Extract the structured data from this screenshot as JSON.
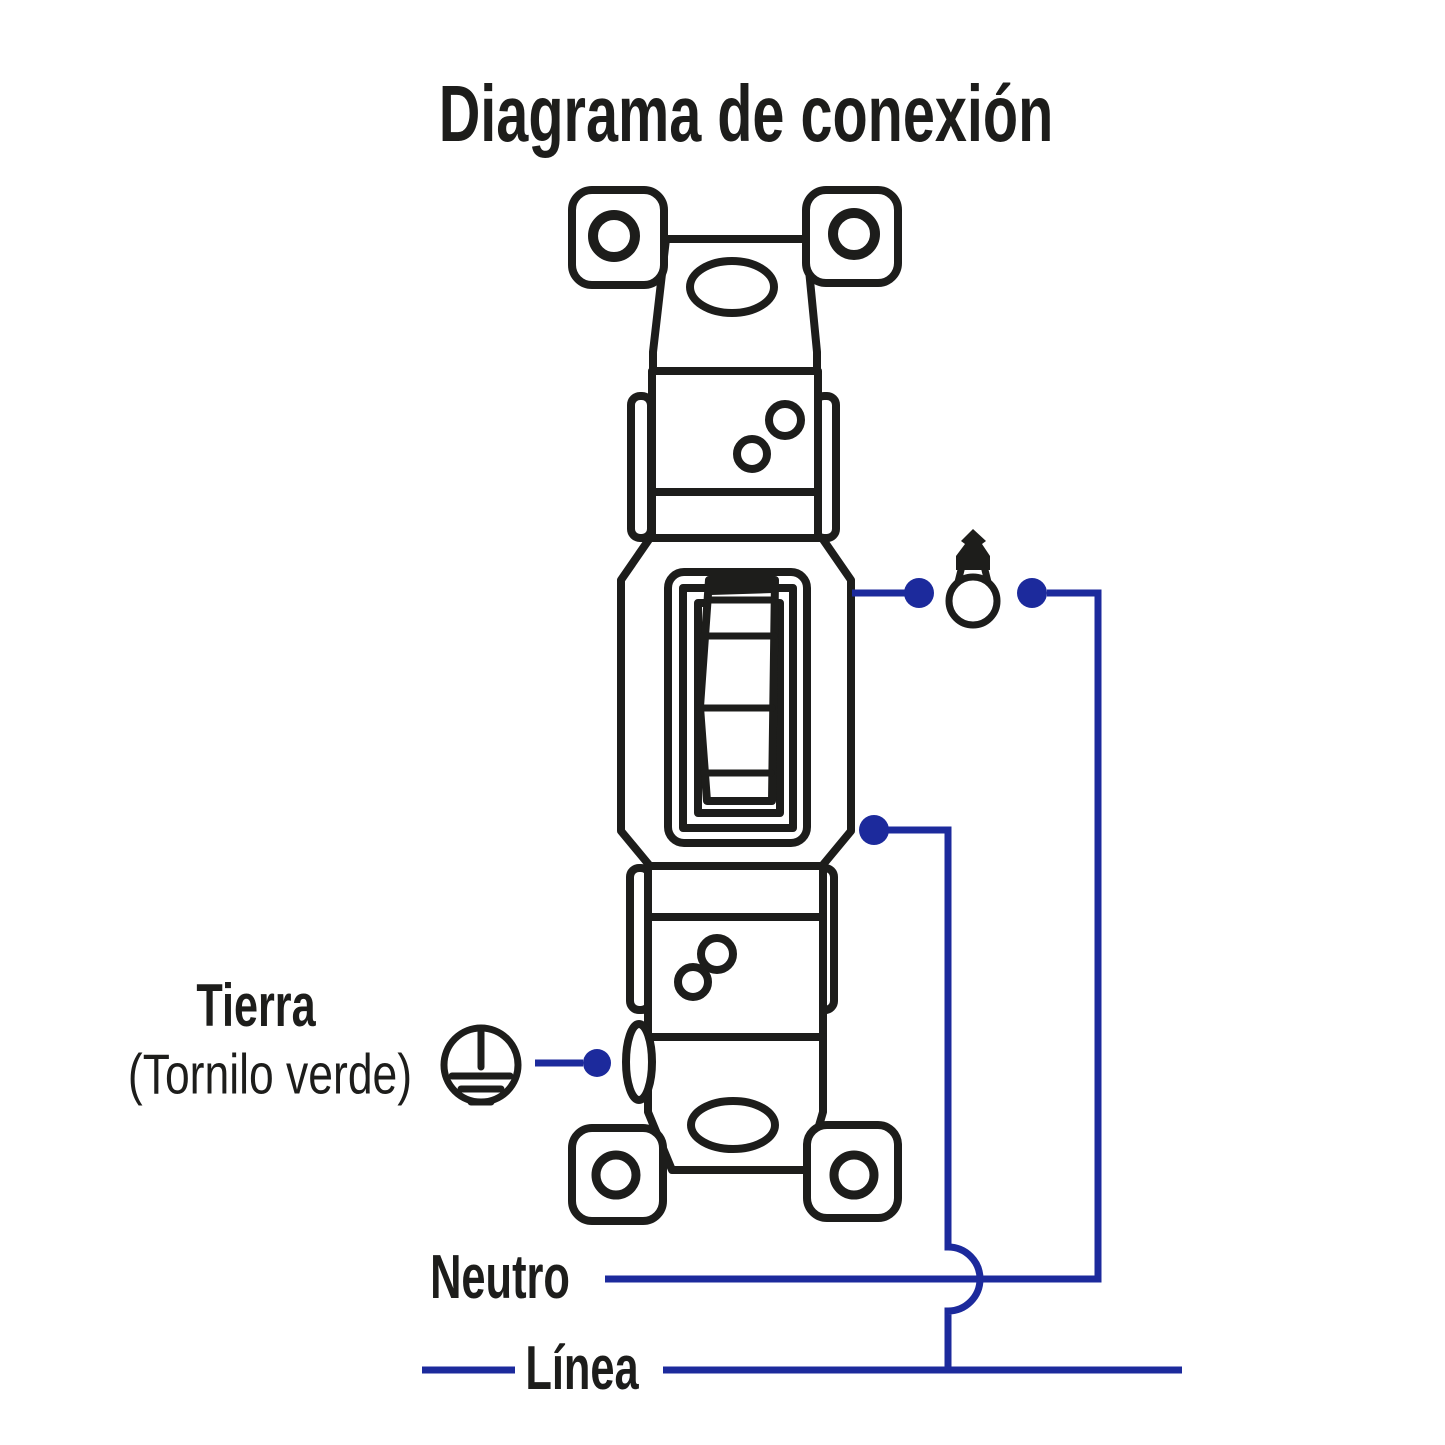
{
  "title": "Diagrama de conexión",
  "labels": {
    "ground": "Tierra",
    "ground_note": "(Tornilo verde)",
    "neutral": "Neutro",
    "line": "Línea"
  },
  "diagram": {
    "type": "wiring-connection-diagram",
    "device": "toggle light switch (front view line art)",
    "terminals": [
      {
        "name": "top-right-terminal",
        "connects_to": "light-bulb then down to Neutro line"
      },
      {
        "name": "middle-right-terminal",
        "connects_to": "down to Línea line (hops over Neutro line)"
      },
      {
        "name": "ground-screw",
        "connects_to": "Tierra (Tornilo verde) ground symbol"
      }
    ],
    "wire_crossing": "semicircular hop where vertical wire crosses Neutro line"
  },
  "icons": {
    "bulb": "light-bulb-icon",
    "ground": "ground-symbol-icon",
    "terminal_dot": "connection-dot"
  },
  "colors": {
    "ink_black": "#1d1d1b",
    "wire_blue": "#1c2a9c",
    "background": "#ffffff"
  }
}
